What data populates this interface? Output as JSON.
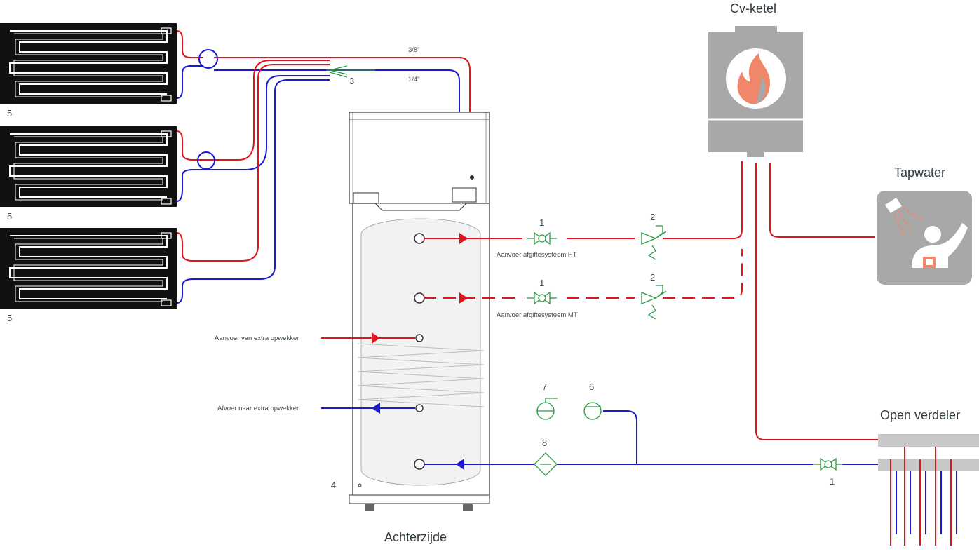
{
  "colors": {
    "supply": "#e2141b",
    "return": "#1c1ad0",
    "fitting": "#2c9a44",
    "boiler_body": "#a8a8a8",
    "flame": "#f0876a",
    "panel": "#111111"
  },
  "icons": [
    "boiler-flame-icon",
    "shower-person-icon"
  ],
  "titles": {
    "boiler": "Cv-ketel",
    "tapwater": "Tapwater",
    "open_verdeler": "Open verdeler",
    "achterzijde": "Achterzijde"
  },
  "pipe_sizes": {
    "supply": "3/8\"",
    "return": "1/4\""
  },
  "numbers": {
    "panel_1": "5",
    "panel_2": "5",
    "panel_3": "5",
    "manifold": "3",
    "tank": "4",
    "valve_ht": "1",
    "mixer_ht": "2",
    "valve_mt": "1",
    "mixer_mt": "2",
    "item_7": "7",
    "item_6": "6",
    "filter": "8",
    "valve_bottom": "1"
  },
  "connections": {
    "ht": "Aanvoer afgiftesysteem HT",
    "mt": "Aanvoer afgiftesysteem MT",
    "extra_in": "Aanvoer van extra opwekker",
    "extra_out": "Afvoer naar extra opwekker"
  }
}
